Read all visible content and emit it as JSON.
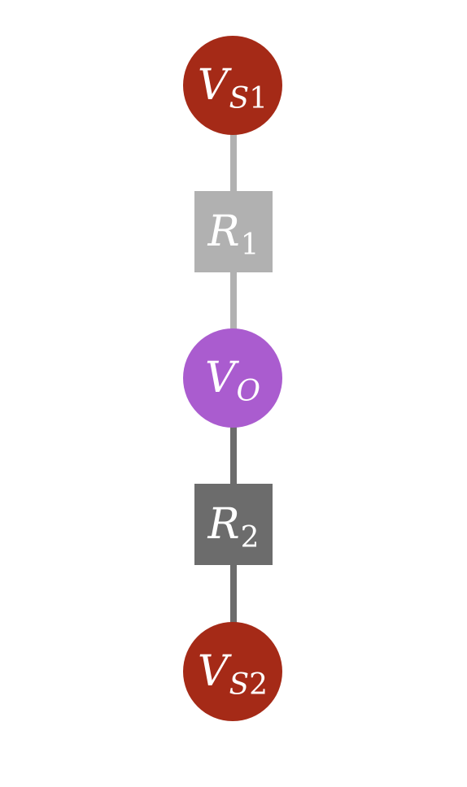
{
  "colors": {
    "source_node": "#a52a17",
    "output_node": "#aa5ccf",
    "r1": "#b1b1b1",
    "r2": "#6c6c6c",
    "label": "#ffffff"
  },
  "nodes": {
    "vs1": {
      "symbol": "V",
      "sub_letter": "S",
      "sub_number": "1"
    },
    "r1": {
      "symbol": "R",
      "sub_number": "1"
    },
    "vo": {
      "symbol": "V",
      "sub_letter": "O"
    },
    "r2": {
      "symbol": "R",
      "sub_number": "2"
    },
    "vs2": {
      "symbol": "V",
      "sub_letter": "S",
      "sub_number": "2"
    }
  }
}
